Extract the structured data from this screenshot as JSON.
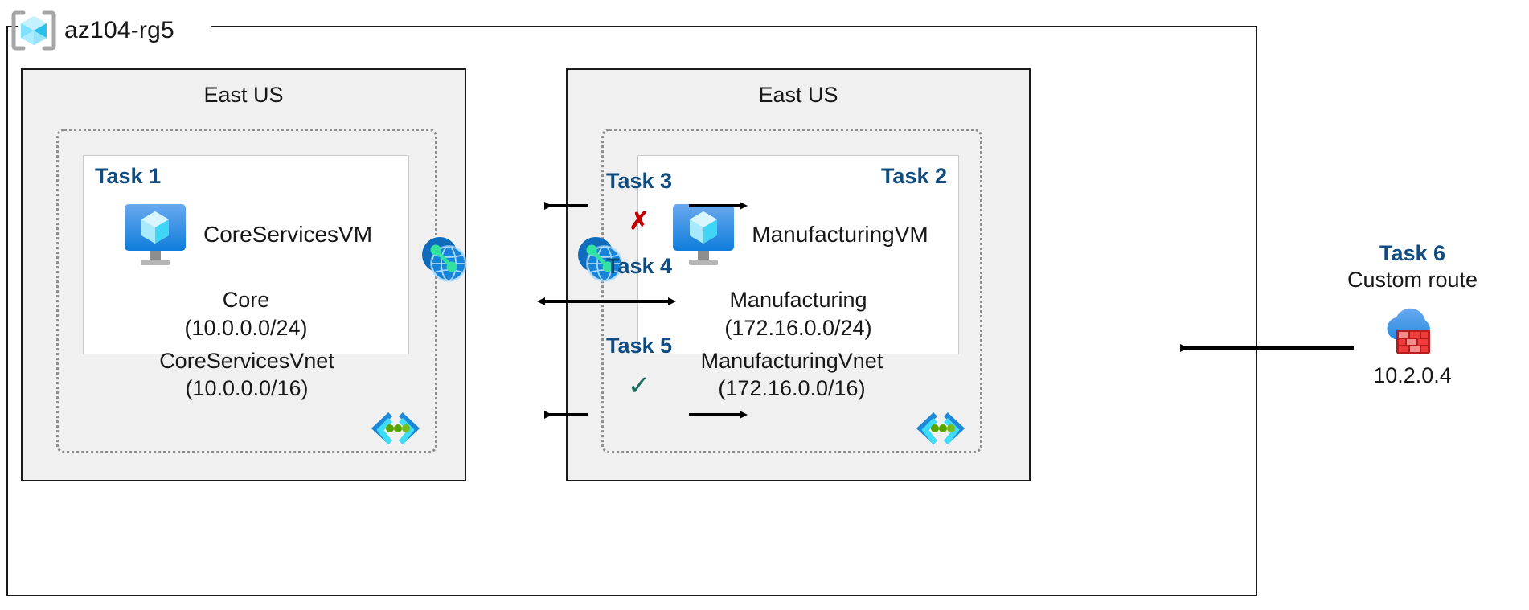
{
  "resource_group": {
    "name": "az104-rg5",
    "icon": "azure-resource-group-icon"
  },
  "regions": [
    {
      "id": "left",
      "label": "East US",
      "vnet": {
        "name": "CoreServicesVnet",
        "cidr": "(10.0.0.0/16)",
        "icon": "virtual-network-icon"
      },
      "subnet": {
        "task": "Task 1",
        "task_align": "left",
        "vm_name": "CoreServicesVM",
        "vm_icon": "virtual-machine-icon",
        "name": "Core",
        "cidr": "(10.0.0.0/24)"
      },
      "peering_icon": "vnet-peering-icon"
    },
    {
      "id": "right",
      "label": "East US",
      "vnet": {
        "name": "ManufacturingVnet",
        "cidr": "(172.16.0.0/16)",
        "icon": "virtual-network-icon"
      },
      "subnet": {
        "task": "Task 2",
        "task_align": "right",
        "vm_name": "ManufacturingVM",
        "vm_icon": "virtual-machine-icon",
        "name": "Manufacturing",
        "cidr": "(172.16.0.0/24)"
      },
      "peering_icon": "vnet-peering-icon"
    }
  ],
  "connectors": [
    {
      "id": "task3",
      "label": "Task 3",
      "mark": "✗",
      "mark_kind": "cross",
      "mark_color": "#c00000",
      "direction": "bidirectional-split"
    },
    {
      "id": "task4",
      "label": "Task 4",
      "mark": "",
      "mark_kind": "none",
      "direction": "bidirectional"
    },
    {
      "id": "task5",
      "label": "Task 5",
      "mark": "✓",
      "mark_kind": "check",
      "mark_color": "#1a6b5e",
      "direction": "bidirectional-split"
    }
  ],
  "task6": {
    "title": "Task 6",
    "subtitle": "Custom route",
    "ip": "10.2.0.4",
    "icon": "azure-firewall-icon"
  },
  "colors": {
    "task_blue": "#0f4c81",
    "region_fill": "#f0f0f0",
    "region_border": "#1a1a1a",
    "vnet_border": "#8d8d8d",
    "subnet_border": "#c9c9c9",
    "cross_red": "#c00000",
    "check_green": "#1a6b5e",
    "azure_blue": "#0078d4",
    "cube_cyan": "#50e6ff"
  }
}
